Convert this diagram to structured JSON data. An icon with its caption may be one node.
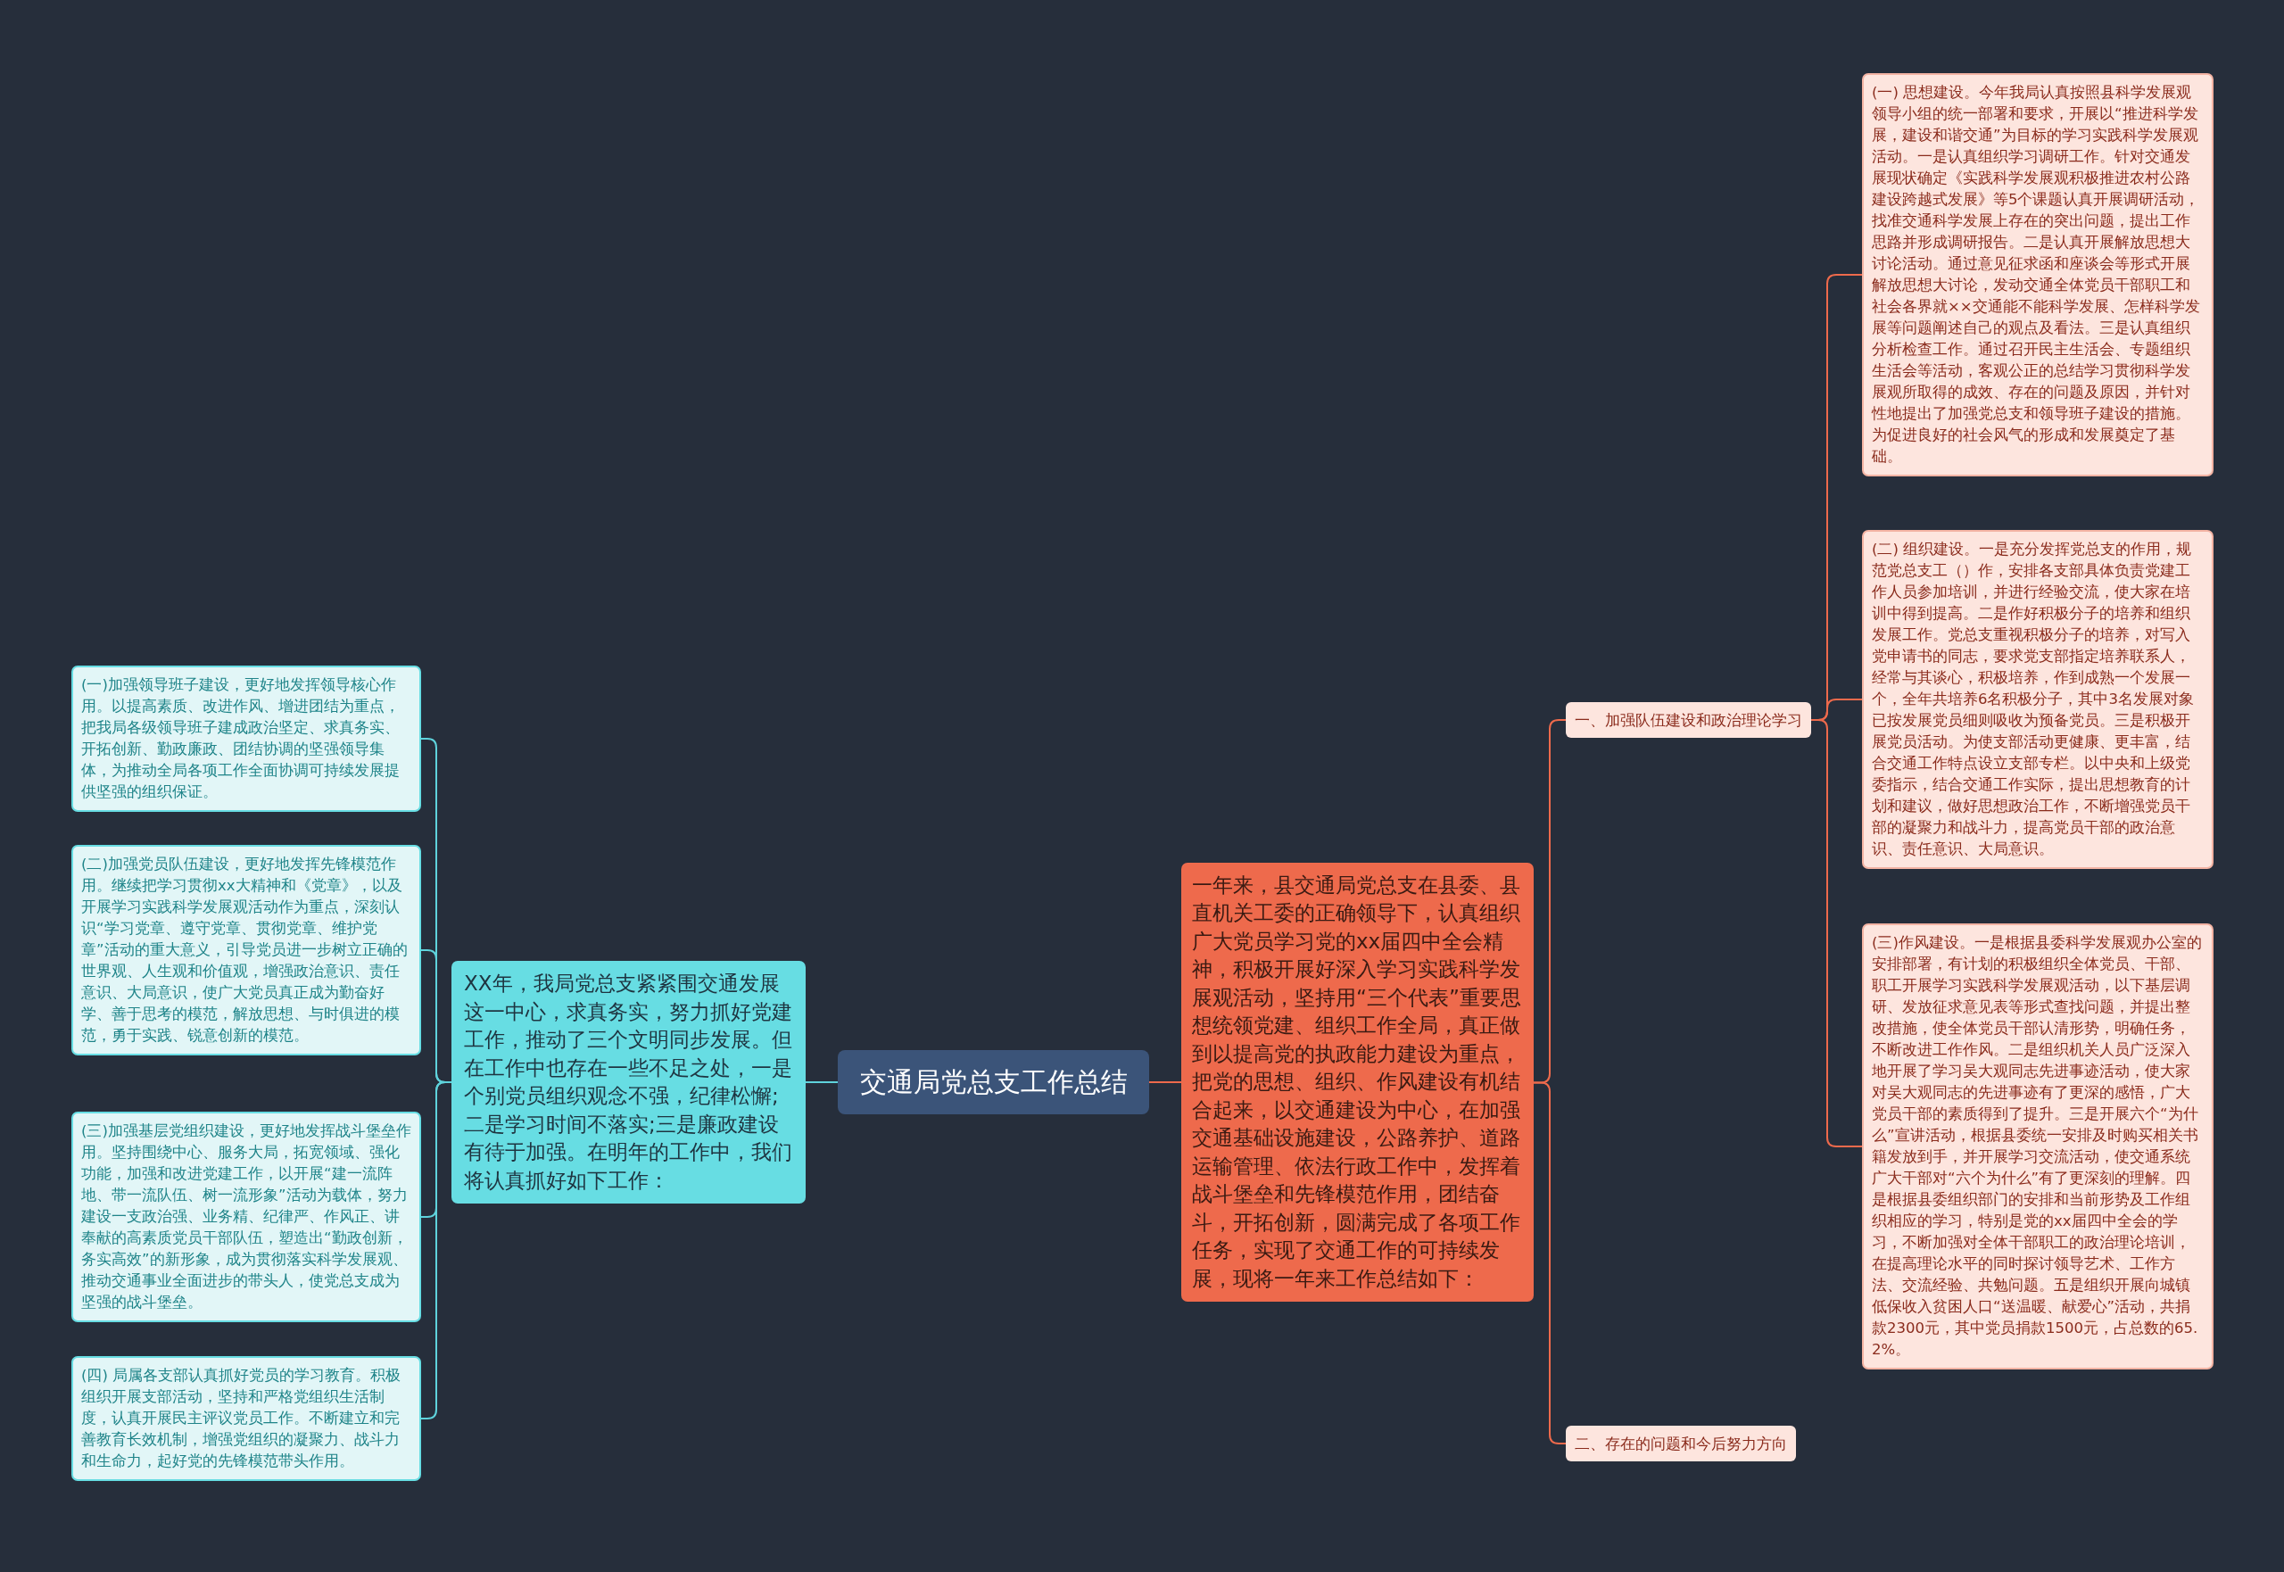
{
  "diagram": {
    "nodes": [
      {
        "text": [
          "交通局党总支工作总结"
        ]
      },
      {
        "text": [
          "XX年，我局党总支紧紧围交通发展这一中心，求真务实，努力抓好党建工作，推动了三个文明同步发展。但在工作中也存在一些不足之处，一是个别党员组织观念不强，纪律松懈;二是学习时间不落实;三是廉政建设有待于加强。在明年的工作中，我们将认真抓好如下工作："
        ]
      },
      {
        "text": [
          "(一)加强领导班子建设，更好地发挥领导核心作用。以提高素质、改进作风、增进团结为重点，把我局各级领导班子建成政治坚定、求真务实、开拓创新、勤政廉政、团结协调的坚强领导集体，为推动全局各项工作全面协调可持续发展提供坚强的组织保证。"
        ]
      },
      {
        "text": [
          "(二)加强党员队伍建设，更好地发挥先锋模范作用。继续把学习贯彻xx大精神和《党章》，以及开展学习实践科学发展观活动作为重点，深刻认识“学习党章、遵守党章、贯彻党章、维护党章”活动的重大意义，引导党员进一步树立正确的世界观、人生观和价值观，增强政治意识、责任意识、大局意识，使广大党员真正成为勤奋好学、善于思考的模范，解放思想、与时俱进的模范，勇于实践、锐意创新的模范。"
        ]
      },
      {
        "text": [
          "(三)加强基层党组织建设，更好地发挥战斗堡垒作用。坚持围绕中心、服务大局，拓宽领域、强化功能，加强和改进党建工作，以开展“建一流阵地、带一流队伍、树一流形象”活动为载体，努力建设一支政治强、业务精、纪律严、作风正、讲奉献的高素质党员干部队伍，塑造出“勤政创新，务实高效”的新形象，成为贯彻落实科学发展观、推动交通事业全面进步的带头人，使党总支成为坚强的战斗堡垒。"
        ]
      },
      {
        "text": [
          "(四) 局属各支部认真抓好党员的学习教育。积极组织开展支部活动，坚持和严格党组织生活制度，认真开展民主评议党员工作。不断建立和完善教育长效机制，增强党组织的凝聚力、战斗力和生命力，起好党的先锋模范带头作用。"
        ]
      },
      {
        "text": [
          "一年来，县交通局党总支在县委、县直机关工委的正确领导下，认真组织广大党员学习党的xx届四中全会精神，积极开展好深入学习实践科学发展观活动，坚持用“三个代表”重要思想统领党建、组织工作全局，真正做到以提高党的执政能力建设为重点，把党的思想、组织、作风建设有机结合起来，以交通建设为中心，在加强交通基础设施建设，公路养护、道路运输管理、依法行政工作中，发挥着战斗堡垒和先锋模范作用，团结奋斗，开拓创新，圆满完成了各项工作任务，实现了交通工作的可持续发展，现将一年来工作总结如下："
        ]
      },
      {
        "text": [
          "一、加强队伍建设和政治理论学习"
        ]
      },
      {
        "text": [
          "(一) 思想建设。今年我局认真按照县科学发展观领导小组的统一部署和要求，开展以“推进科学发展，建设和谐交通”为目标的学习实践科学发展观活动。一是认真组织学习调研工作。针对交通发展现状确定《实践科学发展观积极推进农村公路建设跨越式发展》等5个课题认真开展调研活动，找准交通科学发展上存在的突出问题，提出工作思路并形成调研报告。二是认真开展解放思想大讨论活动。通过意见征求函和座谈会等形式开展解放思想大讨论，发动交通全体党员干部职工和社会各界就××交通能不能科学发展、怎样科学发展等问题阐述自己的观点及看法。三是认真组织分析检查工作。通过召开民主生活会、专题组织生活会等活动，客观公正的总结学习贯彻科学发展观所取得的成效、存在的问题及原因，并针对性地提出了加强党总支和领导班子建设的措施。为促进良好的社会风气的形成和发展奠定了基础。"
        ]
      },
      {
        "text": [
          "(二) 组织建设。一是充分发挥党总支的作用，规范党总支工（）作，安排各支部具体负责党建工作人员参加培训，并进行经验交流，使大家在培训中得到提高。二是作好积极分子的培养和组织发展工作。党总支重视积极分子的培养，对写入党申请书的同志，要求党支部指定培养联系人，经常与其谈心，积极培养，作到成熟一个发展一个，全年共培养6名积极分子，其中3名发展对象已按发展党员细则吸收为预备党员。三是积极开展党员活动。为使支部活动更健康、更丰富，结合交通工作特点设立支部专栏。以中央和上级党委指示，结合交通工作实际，提出思想教育的计划和建议，做好思想政治工作，不断增强党员干部的凝聚力和战斗力，提高党员干部的政治意识、责任意识、大局意识。"
        ]
      },
      {
        "text": [
          "(三)作风建设。一是根据县委科学发展观办公室的安排部署，有计划的积极组织全体党员、干部、职工开展学习实践科学发展观活动，以下基层调研、发放征求意见表等形式查找问题，并提出整改措施，使全体党员干部认清形势，明确任务，不断改进工作作风。二是组织机关人员广泛深入地开展了学习吴大观同志先进事迹活动，使大家对吴大观同志的先进事迹有了更深的感悟，广大党员干部的素质得到了提升。三是开展六个“为什么”宣讲活动，根据县委统一安排及时购买相关书籍发放到手，并开展学习交流活动，使交通系统广大干部对“六个为什么”有了更深刻的理解。四是根据县委组织部门的安排和当前形势及工作组织相应的学习，特别是党的xx届四中全会的学习，不断加强对全体干部职工的政治理论培训，在提高理论水平的同时探讨领导艺术、工作方法、交流经验、共勉问题。五是组织开展向城镇低保收入贫困人口“送温暖、献爱心”活动，共捐款2300元，其中党员捐款1500元，占总数的65.2%。"
        ]
      },
      {
        "text": [
          "二、存在的问题和今后努力方向"
        ]
      }
    ],
    "edges": [
      {
        "from": 0,
        "to": 1,
        "arrow": "none",
        "color": "#5fd3dc"
      },
      {
        "from": 1,
        "to": 2,
        "arrow": "none",
        "color": "#5fd3dc"
      },
      {
        "from": 1,
        "to": 3,
        "arrow": "none",
        "color": "#5fd3dc"
      },
      {
        "from": 1,
        "to": 4,
        "arrow": "none",
        "color": "#5fd3dc"
      },
      {
        "from": 1,
        "to": 5,
        "arrow": "none",
        "color": "#5fd3dc"
      },
      {
        "from": 0,
        "to": 6,
        "arrow": "none"
      },
      {
        "from": 6,
        "to": 7,
        "arrow": "none"
      },
      {
        "from": 6,
        "to": 11,
        "arrow": "none"
      },
      {
        "from": 7,
        "to": 8,
        "arrow": "none"
      },
      {
        "from": 7,
        "to": 9,
        "arrow": "none"
      },
      {
        "from": 7,
        "to": 10,
        "arrow": "none"
      }
    ]
  }
}
